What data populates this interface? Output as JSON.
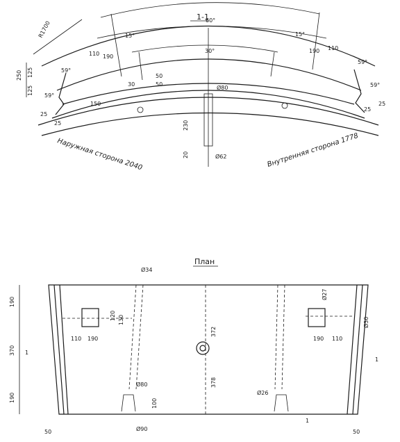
{
  "section": {
    "title": "1-1",
    "radius_label": "R1700",
    "angle_total": "60°",
    "angle_left": "15°",
    "angle_right": "15°",
    "angle_center": "30°",
    "dims_top_left": [
      "110",
      "190"
    ],
    "dims_top_right": [
      "190",
      "110"
    ],
    "dim_250": "250",
    "dim_125a": "125",
    "dim_125b": "125",
    "angle_59_tl": "59°",
    "angle_59_bl": "59°",
    "angle_59_tr": "59°",
    "angle_59_br": "59°",
    "dim_50a": "50",
    "dim_50b": "50",
    "dim_30": "30",
    "dim_150": "150",
    "hole_d": "Ø80",
    "hole_d2": "Ø62",
    "dim_230": "230",
    "dim_20": "20",
    "dim_25_l1": "25",
    "dim_25_l2": "25",
    "dim_25_r1": "25",
    "dim_25_r2": "25",
    "outer_label": "Наружная сторона 2040",
    "inner_label": "Внутренняя сторона 1778"
  },
  "plan": {
    "title": "План",
    "d34": "Ø34",
    "d27": "Ø27",
    "d30": "Ø30",
    "d80": "Ø80",
    "d26": "Ø26",
    "d90": "Ø90",
    "left_dims": [
      "190",
      "370",
      "190"
    ],
    "dim_120": "120",
    "dim_130": "130",
    "dims_left_block": [
      "110",
      "190"
    ],
    "dims_right_block": [
      "190",
      "110"
    ],
    "dim_372": "372",
    "dim_378": "378",
    "dim_100": "100",
    "dim_50_left": "50",
    "dim_50_right": "50",
    "section_mark_left": "1",
    "section_mark_right": "1",
    "bottom_mark": "1"
  }
}
